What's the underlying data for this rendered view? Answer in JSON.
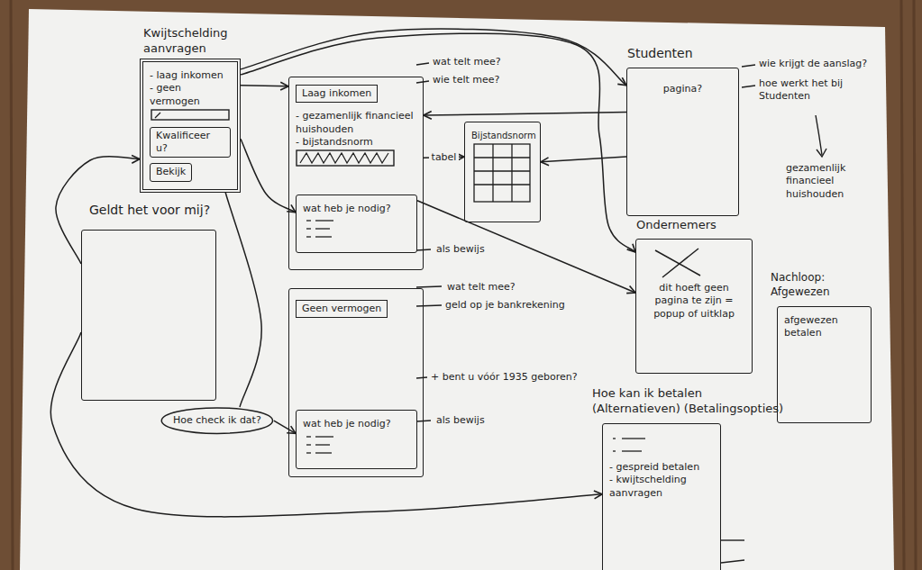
{
  "diagram": {
    "nodes": [
      {
        "text": [
          "Kwijtschelding aanvragen",
          "- laag inkomen",
          "- geen vermogen"
        ]
      },
      {
        "text": [
          "Kwalificeer u?"
        ],
        "in": 0
      },
      {
        "text": [
          "Bekijk"
        ],
        "in": 0
      },
      {
        "text": [
          "Laag inkomen",
          "- gezamenlijk financieel huishouden",
          "- bijstandsnorm"
        ]
      },
      {
        "text": [
          "wat heb je nodig?"
        ],
        "in": 3
      },
      {
        "text": [
          "Bijstandsnorm"
        ]
      },
      {
        "text": [
          "Studenten",
          "pagina?"
        ]
      },
      {
        "text": [
          "Geldt het voor mij?"
        ]
      },
      {
        "text": [
          "Geen vermogen"
        ]
      },
      {
        "text": [
          "wat heb je nodig?"
        ],
        "in": 8
      },
      {
        "text": [
          "Ondernemers",
          "dit hoeft geen pagina te zijn = popup of uitklap"
        ]
      },
      {
        "text": [
          "Nachloop: Afgewezen",
          "afgewezen",
          "betalen"
        ]
      },
      {
        "text": [
          "Hoe check ik dat?"
        ]
      },
      {
        "text": [
          "Hoe kan ik betalen (Alternatieven) (Betalingsopties)",
          "- gespreid betalen",
          "- kwijtschelding aanvragen"
        ]
      }
    ],
    "edges": [
      {
        "from": 0,
        "to": 6,
        "arrow": "to"
      },
      {
        "from": 0,
        "to": 3,
        "arrow": "to"
      },
      {
        "from": 3,
        "to": 5,
        "label": "tabel",
        "arrow": "to"
      },
      {
        "from": 6,
        "to": 5,
        "arrow": "to"
      },
      {
        "from": 6,
        "to": 3,
        "arrow": "to"
      },
      {
        "from": 0,
        "to": 10,
        "arrow": "to"
      },
      {
        "from": 4,
        "to": 10,
        "arrow": "to"
      },
      {
        "from": 7,
        "to": 0,
        "arrow": "to"
      },
      {
        "from": 7,
        "to": 13,
        "arrow": "to"
      },
      {
        "from": 0,
        "to": 12,
        "arrow": "none"
      },
      {
        "from": 12,
        "to": 9,
        "arrow": "to"
      },
      {
        "from": 0,
        "to": 4,
        "arrow": "to"
      }
    ],
    "labels": [
      "wat telt mee?",
      "wie telt mee?",
      "als bewijs",
      "wat telt mee?",
      "geld op je bankrekening",
      "+ bent u vóór 1935 geboren?",
      "als bewijs",
      "wie krijgt de aanslag?",
      "hoe werkt het bij Studenten",
      "gezamenlijk financieel huishouden"
    ]
  }
}
